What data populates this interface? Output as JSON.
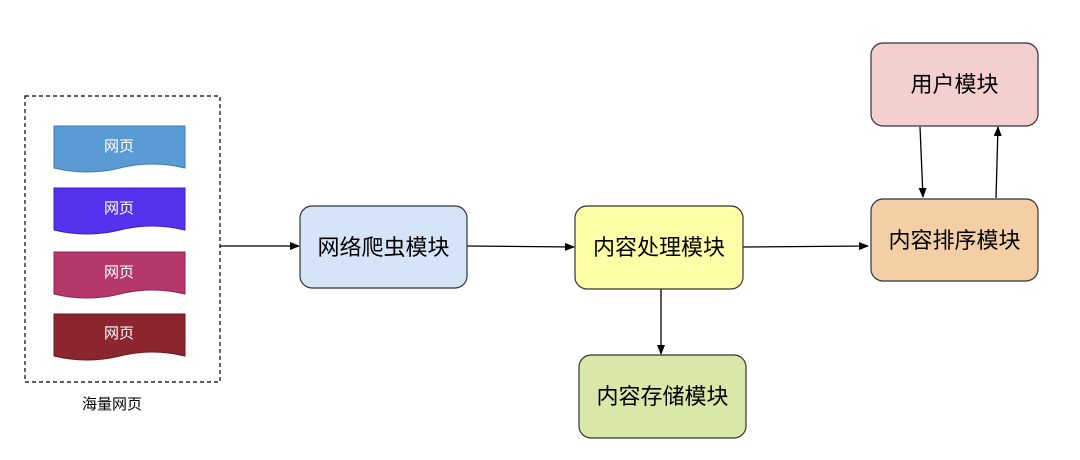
{
  "diagram": {
    "source_group": {
      "caption": "海量网页",
      "pages": [
        {
          "label": "网页",
          "color": "#5B9BD5"
        },
        {
          "label": "网页",
          "color": "#5533EE"
        },
        {
          "label": "网页",
          "color": "#B5386B"
        },
        {
          "label": "网页",
          "color": "#8B2530"
        }
      ]
    },
    "nodes": {
      "crawler": {
        "label": "网络爬虫模块",
        "fill": "#D5E4F7"
      },
      "processing": {
        "label": "内容处理模块",
        "fill": "#FFFFA8"
      },
      "storage": {
        "label": "内容存储模块",
        "fill": "#D8E8A8"
      },
      "ranking": {
        "label": "内容排序模块",
        "fill": "#F4CFA6"
      },
      "user": {
        "label": "用户模块",
        "fill": "#F4CFCF"
      }
    }
  }
}
